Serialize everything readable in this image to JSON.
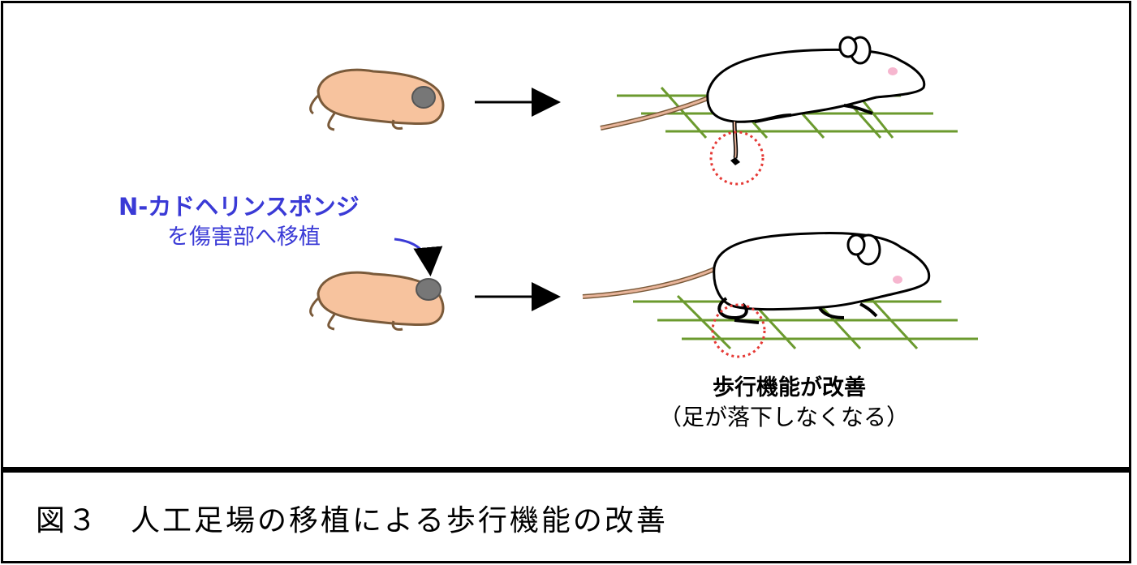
{
  "labels": {
    "sponge_title": "N-カドヘリンスポンジ",
    "sponge_sub": "を傷害部へ移植",
    "result_title": "歩行機能が改善",
    "result_sub": "（足が落下しなくなる）"
  },
  "caption": "図３　人工足場の移植による歩行機能の改善",
  "colors": {
    "border": "#000000",
    "pup_body": "#f7c39e",
    "pup_outline": "#7a5a3a",
    "lesion": "#777777",
    "sponge_label": "#3a3ad6",
    "grid": "#6b9a2e",
    "mouse_body": "#ffffff",
    "tail": "#e8b49a",
    "highlight_circle": "#e53935"
  }
}
